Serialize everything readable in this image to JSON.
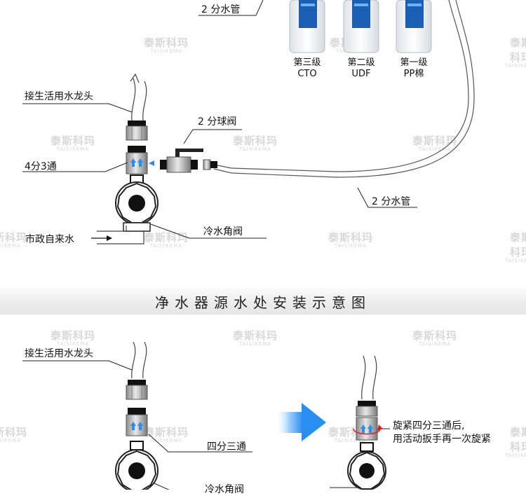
{
  "top_diagram": {
    "labels": {
      "pipe_top": "2 分水管",
      "faucet": "接生活用水龙头",
      "ball_valve": "2 分球阀",
      "tee": "4分3通",
      "pipe_bottom": "2 分水管",
      "angle_valve": "冷水角阀",
      "municipal": "市政自来水"
    },
    "filters": [
      {
        "stage": "第三级",
        "name": "CTO"
      },
      {
        "stage": "第二级",
        "name": "UDF"
      },
      {
        "stage": "第一级",
        "name": "PP棉"
      }
    ]
  },
  "banner": {
    "title": "净水器源水处安装示意图"
  },
  "bottom_diagram": {
    "labels": {
      "faucet": "接生活用水龙头",
      "tee": "四分三通",
      "angle_valve": "冷水角阀",
      "instruction_line1": "旋紧四分三通后,",
      "instruction_line2": "用活动扳手再一次旋紧"
    }
  },
  "watermark": {
    "cn": "泰斯科玛",
    "en": "TAISIKEMA"
  },
  "colors": {
    "filter_blue": "#1a5fb4",
    "arrow_blue": "#2a8df0"
  }
}
